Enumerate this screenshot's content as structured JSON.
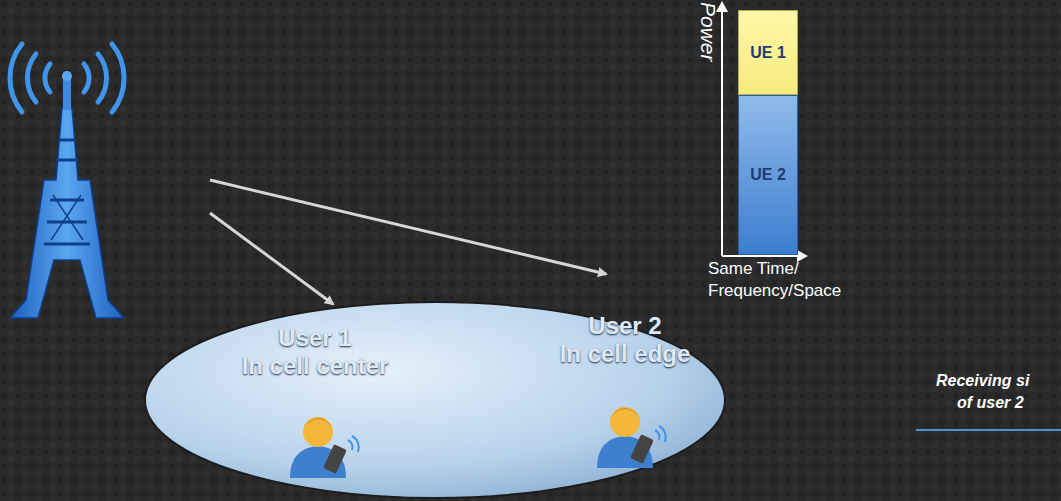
{
  "diagram": {
    "nodes": [
      {
        "text": [
          "User 1",
          "In cell center"
        ]
      },
      {
        "text": [
          "User 2",
          "In cell edge"
        ]
      },
      {
        "text": [
          "UE 1"
        ]
      },
      {
        "text": [
          "UE 2"
        ]
      }
    ],
    "labels": [
      "Power",
      "Same Time/ Frequency/Space",
      "Receiving si",
      "of user 2"
    ]
  }
}
